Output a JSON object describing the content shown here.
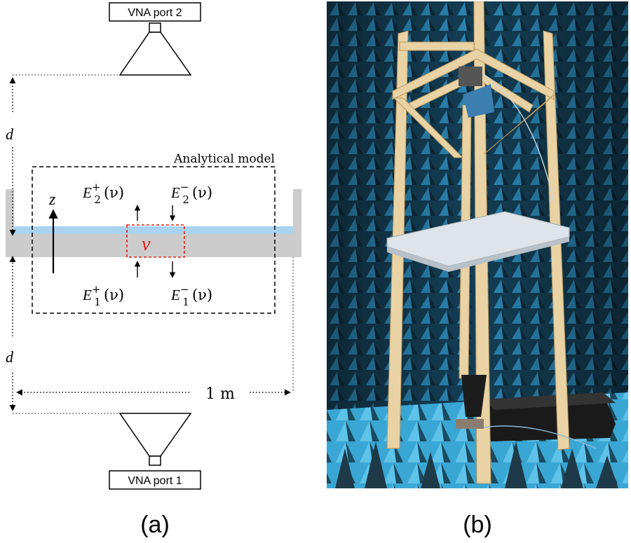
{
  "panel_a": {
    "caption": "(a)",
    "port_top_label": "VNA port 2",
    "port_bottom_label": "VNA port 1",
    "model_label": "Analytical model",
    "distance_label_top": "d",
    "distance_label_bottom": "d",
    "width_label": "1 m",
    "axis_label": "z",
    "region_label": "ν",
    "field_E2p": {
      "base": "E",
      "sub": "2",
      "sup": "+",
      "arg": "(ν)"
    },
    "field_E2m": {
      "base": "E",
      "sub": "2",
      "sup": "−",
      "arg": "(ν)"
    },
    "field_E1p": {
      "base": "E",
      "sub": "1",
      "sup": "+",
      "arg": "(ν)"
    },
    "field_E1m": {
      "base": "E",
      "sub": "1",
      "sup": "−",
      "arg": "(ν)"
    },
    "colors": {
      "slab": "#cccccc",
      "water": "#a9d3ef",
      "region": "#e0201a"
    }
  },
  "panel_b": {
    "caption": "(b)",
    "colors": {
      "absorber": "#1e6a90",
      "absorber_dark": "#0c2a3a",
      "wood": "#e9d3a4",
      "floor": "#4fb0d8"
    }
  }
}
